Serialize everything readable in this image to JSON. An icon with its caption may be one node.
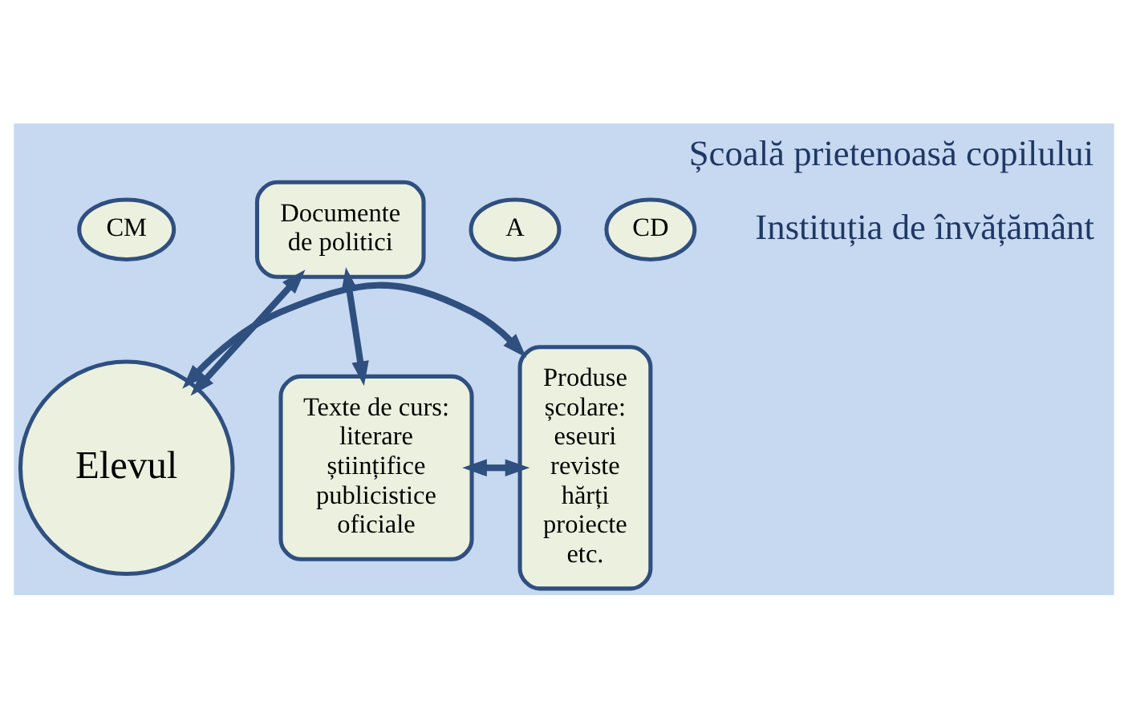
{
  "diagram": {
    "title": "Școală prietenoasă copilului",
    "nodes": [
      {
        "text": [
          "CM"
        ]
      },
      {
        "text": [
          "Documente de politici"
        ]
      },
      {
        "text": [
          "A"
        ]
      },
      {
        "text": [
          "Elevul"
        ]
      },
      {
        "text": [
          "CD"
        ]
      },
      {
        "text": [
          "Produse școlare: eseuri reviste hărți proiecte etc."
        ]
      },
      {
        "text": [
          "Texte de curs: literare științifice publicistice oficiale"
        ]
      }
    ],
    "edges": [
      {
        "from": 1,
        "to": 3,
        "arrow": "both"
      },
      {
        "from": 1,
        "to": 6,
        "arrow": "both"
      },
      {
        "from": 3,
        "to": 5,
        "arrow": "both"
      },
      {
        "from": 6,
        "to": 5,
        "arrow": "both"
      }
    ],
    "labels": [
      "Instituția de învățământ"
    ]
  }
}
